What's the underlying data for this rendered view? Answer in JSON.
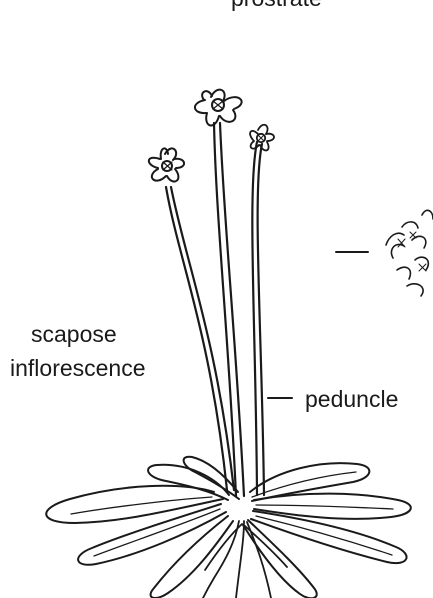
{
  "labels": {
    "top_partial": "prostrate",
    "scapose_line1": "scapose",
    "scapose_line2": "inflorescence",
    "peduncle": "peduncle"
  },
  "colors": {
    "ink": "#1a1a1a",
    "background": "#ffffff"
  },
  "icons": {
    "plant": "scapose-plant-illustration",
    "flower": "small-flower-icon",
    "partial_plant": "prostrate-plant-fragment"
  }
}
